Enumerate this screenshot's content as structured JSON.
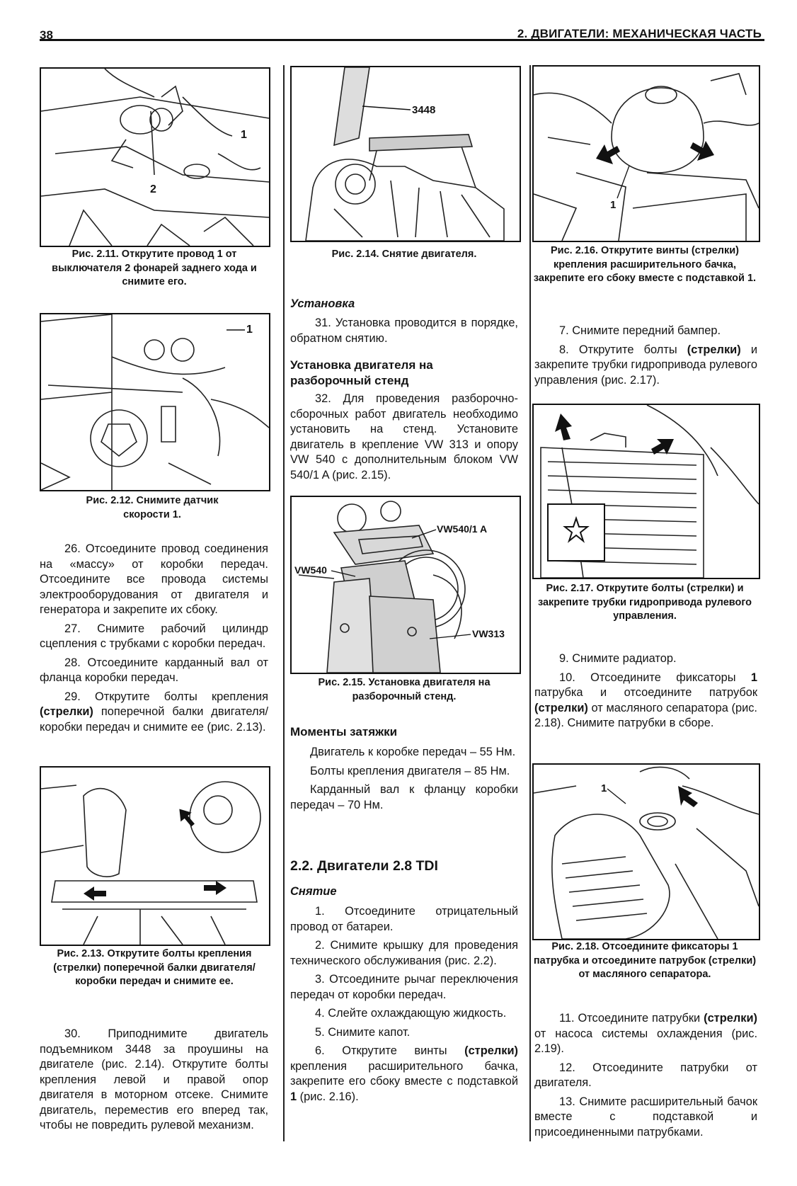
{
  "header": {
    "page_number": "38",
    "section_title": "2. ДВИГАТЕЛИ: МЕХАНИЧЕСКАЯ ЧАСТЬ"
  },
  "figures": {
    "f211": {
      "callouts": [
        "1",
        "2"
      ],
      "caption": "Рис. 2.11. Открутите провод 1 от выключателя 2 фонарей заднего хода и снимите его."
    },
    "f212": {
      "callouts": [
        "1"
      ],
      "caption": "Рис. 2.12. Снимите датчик скорости 1."
    },
    "f213": {
      "caption": "Рис. 2.13. Открутите болты крепления (стрелки) поперечной балки двигателя/коробки передач и снимите ее."
    },
    "f214": {
      "callouts": [
        "3448"
      ],
      "caption": "Рис. 2.14. Снятие двигателя."
    },
    "f215": {
      "callouts": [
        "VW540/1 A",
        "VW540",
        "VW313"
      ],
      "caption": "Рис. 2.15. Установка двигателя на разборочный стенд."
    },
    "f216": {
      "callouts": [
        "1"
      ],
      "caption": "Рис. 2.16. Открутите винты (стрелки) крепления расширительного бачка, закрепите его сбоку вместе с подставкой 1."
    },
    "f217": {
      "caption": "Рис. 2.17. Открутите болты (стрелки) и закрепите трубки гидропривода рулевого управления."
    },
    "f218": {
      "callouts": [
        "1"
      ],
      "caption": "Рис. 2.18. Отсоедините фиксаторы 1 патрубка и отсоедините патрубок (стрелки) от масляного сепаратора."
    }
  },
  "col1": {
    "p26": "26. Отсоедините провод соединения на «массу» от коробки передач. Отсоедините все провода системы электрооборудования от двигателя и генератора и закрепите их сбоку.",
    "p27": "27. Снимите рабочий цилиндр сцепления с трубками с коробки передач.",
    "p28": "28. Отсоедините карданный вал от фланца коробки передач.",
    "p29a": "29. Открутите болты крепления ",
    "p29b": "(стрелки)",
    "p29c": " поперечной балки двигателя/коробки передач и снимите ее (рис. 2.13).",
    "p30": "30. Приподнимите двигатель подъемником 3448 за проушины на двигателе (рис. 2.14). Открутите болты крепления левой и правой опор двигателя в моторном отсеке. Снимите двигатель, переместив его вперед так, чтобы не повредить рулевой механизм."
  },
  "col2": {
    "h_install": "Установка",
    "p31": "31. Установка проводится в порядке, обратном снятию.",
    "h_stand": "Установка двигателя на разборочный стенд",
    "p32": "32. Для проведения разборочно-сборочных работ двигатель необходимо установить на стенд. Установите двигатель в крепление VW 313 и опору VW 540 с дополнительным блоком VW 540/1 A (рис. 2.15).",
    "h_torque": "Моменты затяжки",
    "t1": "Двигатель к коробке передач – 55 Нм.",
    "t2": "Болты крепления двигателя – 85 Нм.",
    "t3": "Карданный вал к фланцу коробки передач – 70 Нм.",
    "chapter": "2.2. Двигатели 2.8 TDI",
    "h_removal": "Снятие",
    "s1": "1. Отсоедините отрицательный провод от батареи.",
    "s2": "2. Снимите крышку для проведения технического обслуживания (рис. 2.2).",
    "s3": "3. Отсоедините рычаг переключения передач от коробки передач.",
    "s4": "4. Слейте охлаждающую жидкость.",
    "s5": "5. Снимите капот.",
    "s6a": "6. Открутите винты ",
    "s6b": "(стрелки)",
    "s6c": " крепления расширительного бачка, закрепите его сбоку вместе с подставкой ",
    "s6d": "1",
    "s6e": " (рис. 2.16)."
  },
  "col3": {
    "p7": "7. Снимите передний бампер.",
    "p8a": "8. Открутите болты ",
    "p8b": "(стрелки)",
    "p8c": " и закрепите трубки гидропривода рулевого управления (рис. 2.17).",
    "p9": "9. Снимите радиатор.",
    "p10a": "10. Отсоедините фиксаторы ",
    "p10b": "1",
    "p10c": " патрубка и отсоедините патрубок ",
    "p10d": "(стрелки)",
    "p10e": " от масляного сепаратора (рис. 2.18). Снимите патрубки в сборе.",
    "p11a": "11. Отсоедините патрубки ",
    "p11b": "(стрелки)",
    "p11c": " от насоса системы охлаждения (рис. 2.19).",
    "p12": "12. Отсоедините патрубки от двигателя.",
    "p13": "13. Снимите расширительный бачок вместе с подставкой и присоединенными патрубками."
  }
}
